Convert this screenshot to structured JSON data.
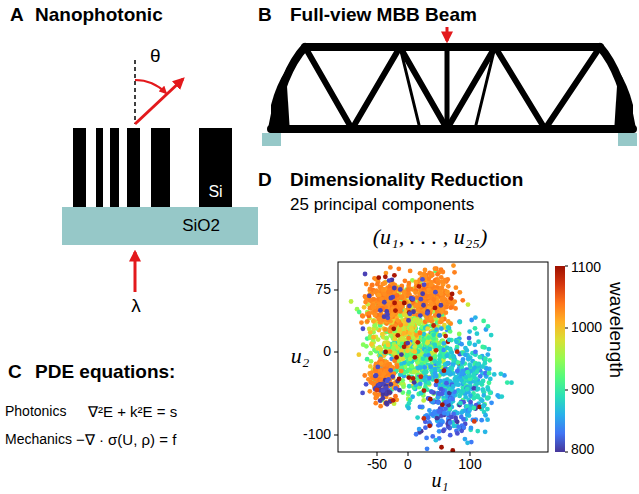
{
  "diagram": {
    "nodes": [
      {
        "text": [
          "SiO2"
        ]
      },
      {
        "text": [
          "Si"
        ]
      }
    ],
    "labels": [
      "A",
      "Nanophotonic",
      "θ",
      "λ",
      "B",
      "Full-view MBB Beam",
      "C",
      "PDE equations:",
      "Photonics",
      "∇²E + k²E = s",
      "Mechanics",
      "−∇ · σ(U, ρ) = f",
      "D",
      "Dimensionality Reduction",
      "25 principal components",
      "(u₁, . . . , u₂₅)",
      "75",
      "0",
      "-100",
      "-50",
      "0",
      "100",
      "u₂",
      "u₁",
      "1100",
      "1000",
      "900",
      "800",
      "wavelength"
    ]
  }
}
